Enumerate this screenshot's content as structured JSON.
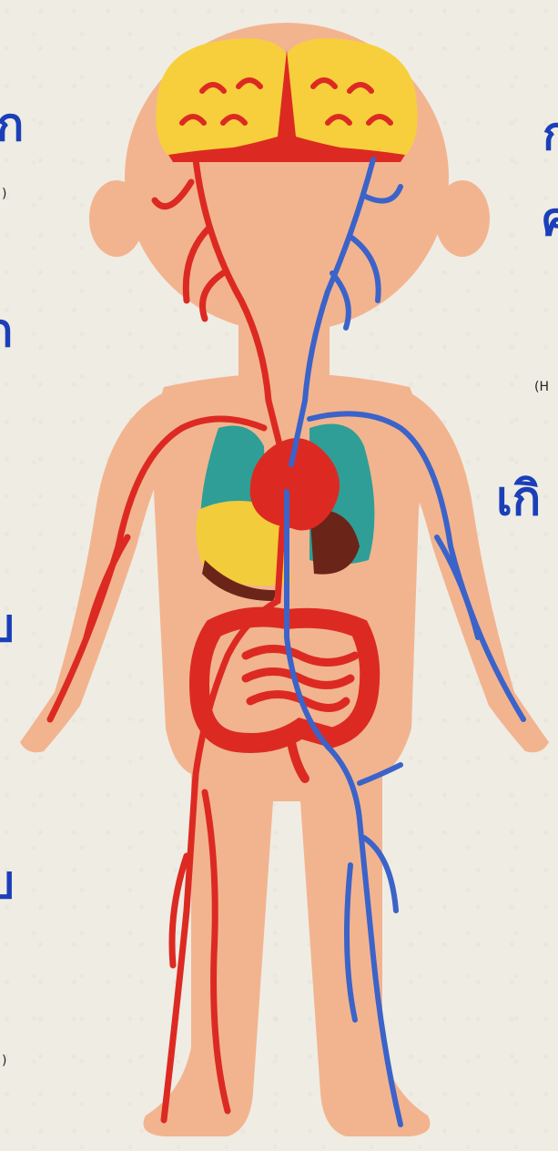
{
  "side_text_fragments": {
    "left_1": "ก",
    "left_1_note": ")",
    "left_2": "ก",
    "left_3": "บ",
    "left_4": "บ",
    "left_4_note": ")",
    "top_right_1": "ก",
    "top_right_2": "ค",
    "right_note": "(H",
    "right_1": "เกิ"
  },
  "colors": {
    "background": "#efece4",
    "skin": "#f2b48f",
    "brain": "#f7cf3c",
    "artery": "#dc2a22",
    "vein": "#3b63c9",
    "lungs": "#2f9e96",
    "liver": "#f2cc3a",
    "spleen": "#6a2418",
    "text_blue": "#1b3fb8"
  },
  "icons": {
    "figure": "human-circulatory-system-illustration"
  }
}
